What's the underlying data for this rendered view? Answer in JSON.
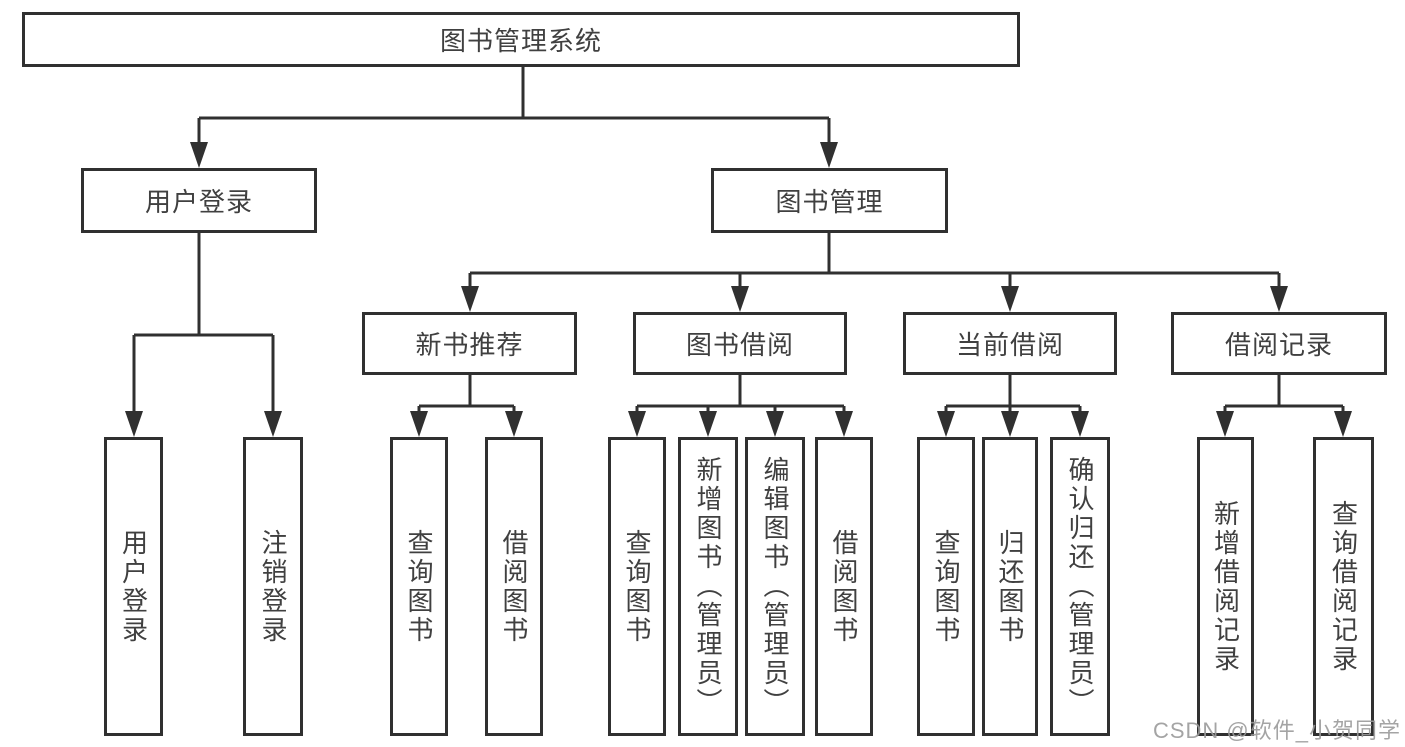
{
  "tree": {
    "root": "图书管理系统",
    "branches": [
      {
        "label": "用户登录",
        "leaves": [
          "用户登录",
          "注销登录"
        ]
      },
      {
        "label": "图书管理",
        "groups": [
          {
            "label": "新书推荐",
            "leaves": [
              "查询图书",
              "借阅图书"
            ]
          },
          {
            "label": "图书借阅",
            "leaves": [
              "查询图书",
              "新增图书（管理员）",
              "编辑图书（管理员）",
              "借阅图书"
            ]
          },
          {
            "label": "当前借阅",
            "leaves": [
              "查询图书",
              "归还图书",
              "确认归还（管理员）"
            ]
          },
          {
            "label": "借阅记录",
            "leaves": [
              "新增借阅记录",
              "查询借阅记录"
            ]
          }
        ]
      }
    ]
  },
  "watermark": {
    "text": "CSDN @软件_小贺同学"
  },
  "colors": {
    "line": "#303030",
    "box_border": "#303030",
    "text": "#404040",
    "watermark": "#9b9b9b",
    "background": "#ffffff"
  }
}
